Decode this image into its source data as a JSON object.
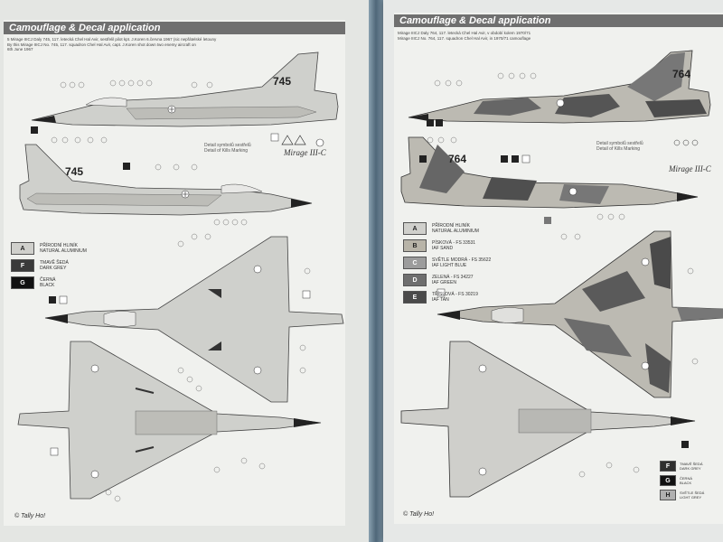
{
  "left_page": {
    "header": "Camouflage & Decal application",
    "notes": [
      "5 Mirage IIICJ Daly 745, 117. letecká Chel Hal Avir, sestřelil pilot kpt. J.Koren 6.června 1967 (sic nepřátelské letouny",
      "By this Mirage IIICJ No. 745, 117. squadron Chel Hal Avir, capt. J.Koren shot down two enemy aircraft on",
      "6th June 1967"
    ],
    "tail_number": "745",
    "detail_caption": [
      "Detail symbolů sestřelů",
      "Detail of Kills Marking"
    ],
    "logo_text": "Mirage III-C",
    "legend": [
      {
        "code": "A",
        "cz": "PŘÍRODNÍ HLINÍK",
        "en": "NATURAL ALUMINIUM",
        "color": "#d0d0cc"
      },
      {
        "code": "F",
        "cz": "TMAVĚ ŠEDÁ",
        "en": "DARK GREY",
        "color": "#3a3a3a"
      },
      {
        "code": "G",
        "cz": "ČERNÁ",
        "en": "BLACK",
        "color": "#111111"
      }
    ],
    "copyright": "© Tally Ho!"
  },
  "right_page": {
    "header": "Camouflage & Decal application",
    "notes": [
      "Mirage IIICJ Daly 764, 117. letecká Chel Hal Avir, v období kolem 1970/71",
      "Mirage IIICJ No. 764, 117. squadron Chel Hal Avir, in 1970/71 camouflage"
    ],
    "tail_number": "764",
    "detail_caption": [
      "Detail symbolů sestřelů",
      "Detail of Kills Marking"
    ],
    "logo_text": "Mirage III-C",
    "legend": [
      {
        "code": "A",
        "cz": "PŘÍRODNÍ HLINÍK",
        "en": "NATURAL ALUMINIUM",
        "color": "#d0d0cc"
      },
      {
        "code": "B",
        "cz": "PÍSKOVÁ - FS 33531",
        "en": "IAF SAND",
        "color": "#b8b4a8"
      },
      {
        "code": "C",
        "cz": "SVĚTLE MODRÁ - FS 35622",
        "en": "IAF LIGHT BLUE",
        "color": "#9c9c9c"
      },
      {
        "code": "D",
        "cz": "ZELENÁ - FS 34227",
        "en": "IAF GREEN",
        "color": "#6e6e6e"
      },
      {
        "code": "E",
        "cz": "TŘÍSLOVÁ - FS 30219",
        "en": "IAF TAN",
        "color": "#4a4a4a"
      }
    ],
    "legend_bottom": [
      {
        "code": "F",
        "cz": "TMAVĚ ŠEDÁ",
        "en": "DARK GREY",
        "color": "#2f2f2f"
      },
      {
        "code": "G",
        "cz": "ČERNÁ",
        "en": "BLACK",
        "color": "#111111"
      },
      {
        "code": "H",
        "cz": "SVĚTLE ŠEDÁ",
        "en": "LIGHT GREY",
        "color": "#b0b0b0"
      }
    ],
    "copyright": "© Tally Ho!"
  }
}
